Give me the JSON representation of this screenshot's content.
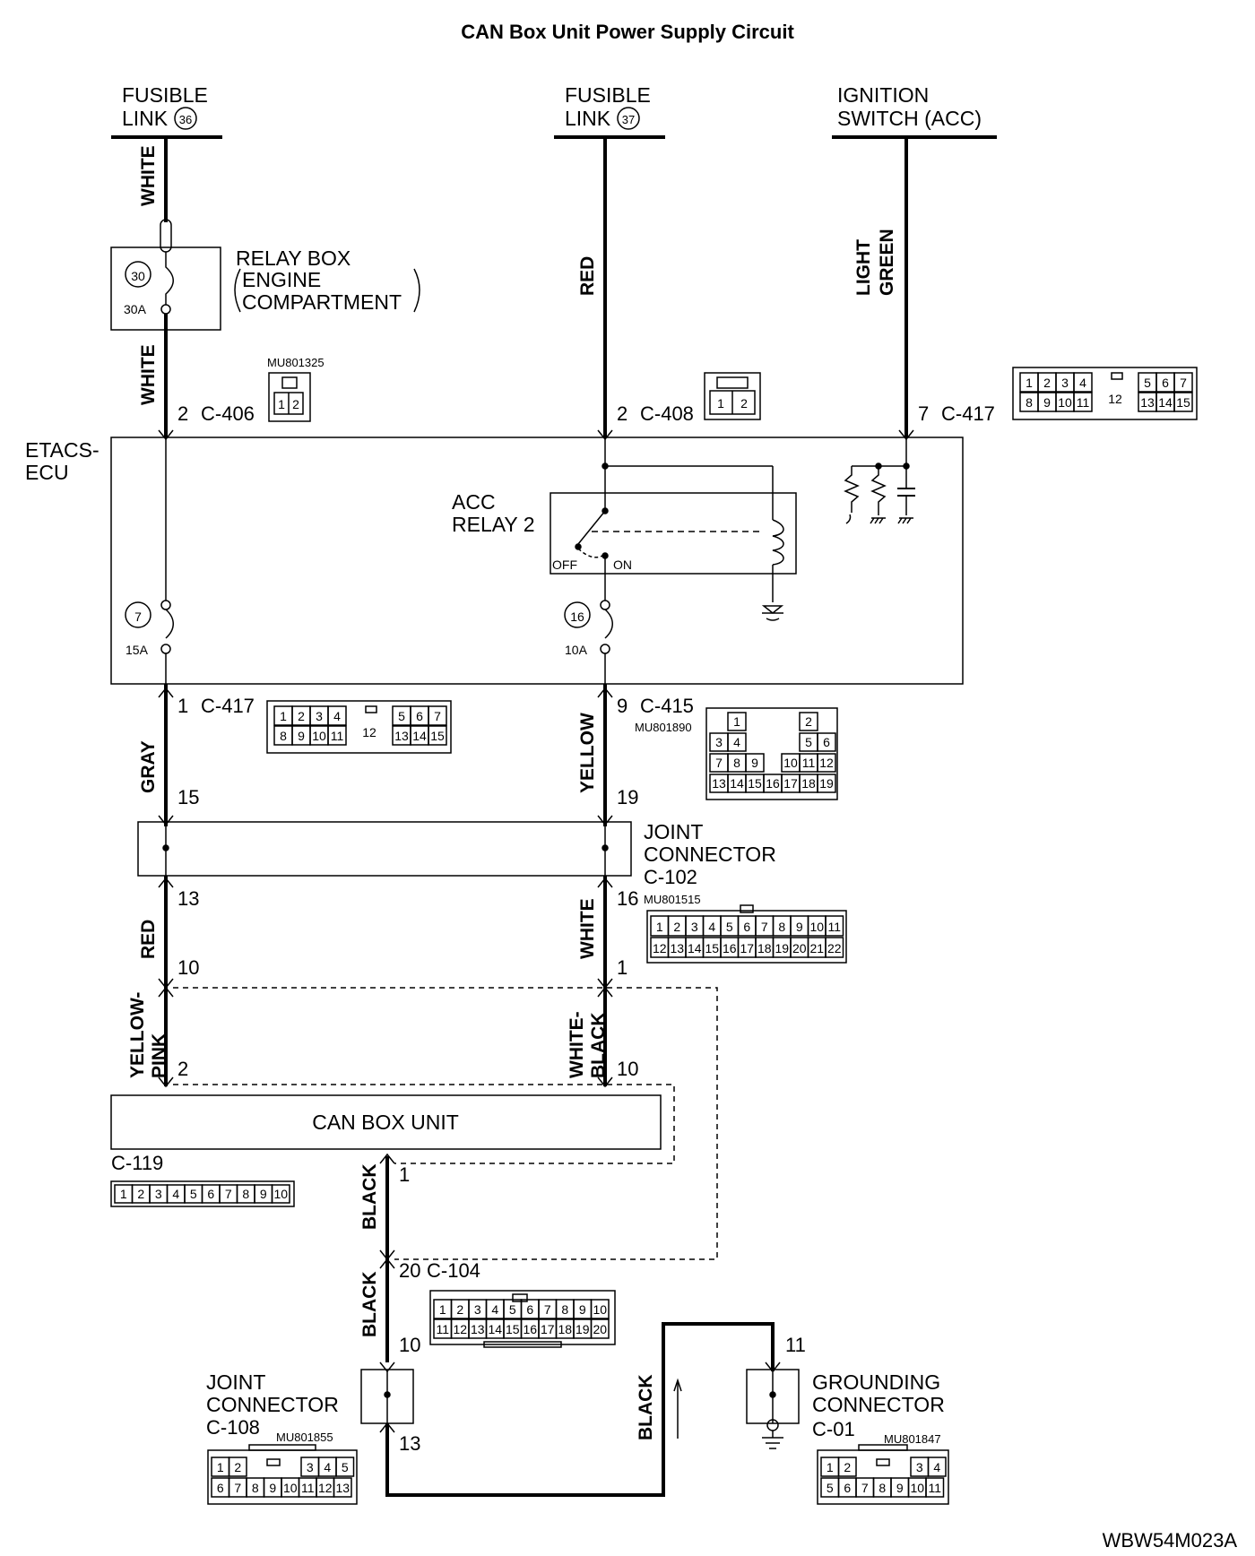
{
  "title": "CAN Box Unit Power Supply Circuit",
  "code": "WBW54M023A",
  "sources": {
    "fusible_link_36": {
      "line1": "FUSIBLE",
      "line2": "LINK",
      "num": "36"
    },
    "fusible_link_37": {
      "line1": "FUSIBLE",
      "line2": "LINK",
      "num": "37"
    },
    "ignition_switch": {
      "line1": "IGNITION",
      "line2": "SWITCH (ACC)"
    }
  },
  "relay_box": {
    "line1": "RELAY BOX",
    "line2": "ENGINE",
    "line3": "COMPARTMENT",
    "fuse_num": "30",
    "fuse_rating": "30A"
  },
  "etacs": {
    "line1": "ETACS-",
    "line2": "ECU",
    "fuse7": {
      "num": "7",
      "rating": "15A"
    },
    "fuse16": {
      "num": "16",
      "rating": "10A"
    },
    "relay": {
      "line1": "ACC",
      "line2": "RELAY 2",
      "off": "OFF",
      "on": "ON"
    }
  },
  "wire_colors": {
    "left_top": "WHITE",
    "left_mid": "WHITE",
    "mid_top": "RED",
    "right_top_1": "LIGHT",
    "right_top_2": "GREEN",
    "gray": "GRAY",
    "yellow": "YELLOW",
    "red2": "RED",
    "white2": "WHITE",
    "yp_1": "YELLOW-",
    "yp_2": "PINK",
    "wb_1": "WHITE-",
    "wb_2": "BLACK",
    "black1": "BLACK",
    "black2": "BLACK",
    "black3": "BLACK"
  },
  "connectors": {
    "c406": {
      "pin": "2",
      "name": "C-406",
      "part": "MU801325",
      "pins": [
        "1",
        "2"
      ]
    },
    "c408": {
      "pin": "2",
      "name": "C-408",
      "pins": [
        "1",
        "2"
      ]
    },
    "c417_top": {
      "pin": "7",
      "name": "C-417"
    },
    "c417_bot": {
      "pin": "1",
      "name": "C-417"
    },
    "c415": {
      "pin": "9",
      "name": "C-415",
      "part": "MU801890"
    },
    "c102": {
      "line1": "JOINT",
      "line2": "CONNECTOR",
      "name": "C-102",
      "part": "MU801515",
      "pin_l_in": "15",
      "pin_r_in": "19",
      "pin_l_out": "13",
      "pin_r_out": "16"
    },
    "c119": {
      "name": "C-119",
      "pin_l_in": "10",
      "pin_r_in": "1",
      "pin_l": "2",
      "pin_r": "10",
      "pin_out": "1"
    },
    "c104": {
      "pin": "20",
      "name": "C-104",
      "pin_out": "10"
    },
    "c108": {
      "line1": "JOINT",
      "line2": "CONNECTOR",
      "name": "C-108",
      "part": "MU801855",
      "pin_out": "13"
    },
    "c01": {
      "line1": "GROUNDING",
      "line2": "CONNECTOR",
      "name": "C-01",
      "part": "MU801847",
      "pin": "11"
    }
  },
  "can_box": {
    "label": "CAN BOX UNIT"
  },
  "pin_grids": {
    "c417": {
      "top_left": [
        "1",
        "2",
        "3",
        "4"
      ],
      "top_right": [
        "5",
        "6",
        "7"
      ],
      "bot_left": [
        "8",
        "9",
        "10",
        "11"
      ],
      "bot_right": [
        "13",
        "14",
        "15"
      ],
      "center": "12"
    },
    "c415": {
      "row1": [
        "1",
        "2"
      ],
      "row2": [
        "3",
        "4",
        "5",
        "6"
      ],
      "row3": [
        "7",
        "8",
        "9",
        "10",
        "11",
        "12"
      ],
      "row4": [
        "13",
        "14",
        "15",
        "16",
        "17",
        "18",
        "19"
      ]
    },
    "c102": {
      "row1": [
        "1",
        "2",
        "3",
        "4",
        "5",
        "6",
        "7",
        "8",
        "9",
        "10",
        "11"
      ],
      "row2": [
        "12",
        "13",
        "14",
        "15",
        "16",
        "17",
        "18",
        "19",
        "20",
        "21",
        "22"
      ]
    },
    "c119": [
      "1",
      "2",
      "3",
      "4",
      "5",
      "6",
      "7",
      "8",
      "9",
      "10"
    ],
    "c104": {
      "row1": [
        "1",
        "2",
        "3",
        "4",
        "5",
        "6",
        "7",
        "8",
        "9",
        "10"
      ],
      "row2": [
        "11",
        "12",
        "13",
        "14",
        "15",
        "16",
        "17",
        "18",
        "19",
        "20"
      ]
    },
    "c108": {
      "row1": [
        "1",
        "2",
        "3",
        "4",
        "5"
      ],
      "row2": [
        "6",
        "7",
        "8",
        "9",
        "10",
        "11",
        "12",
        "13"
      ]
    },
    "c01": {
      "row1": [
        "1",
        "2",
        "3",
        "4"
      ],
      "row2": [
        "5",
        "6",
        "7",
        "8",
        "9",
        "10",
        "11"
      ]
    }
  }
}
